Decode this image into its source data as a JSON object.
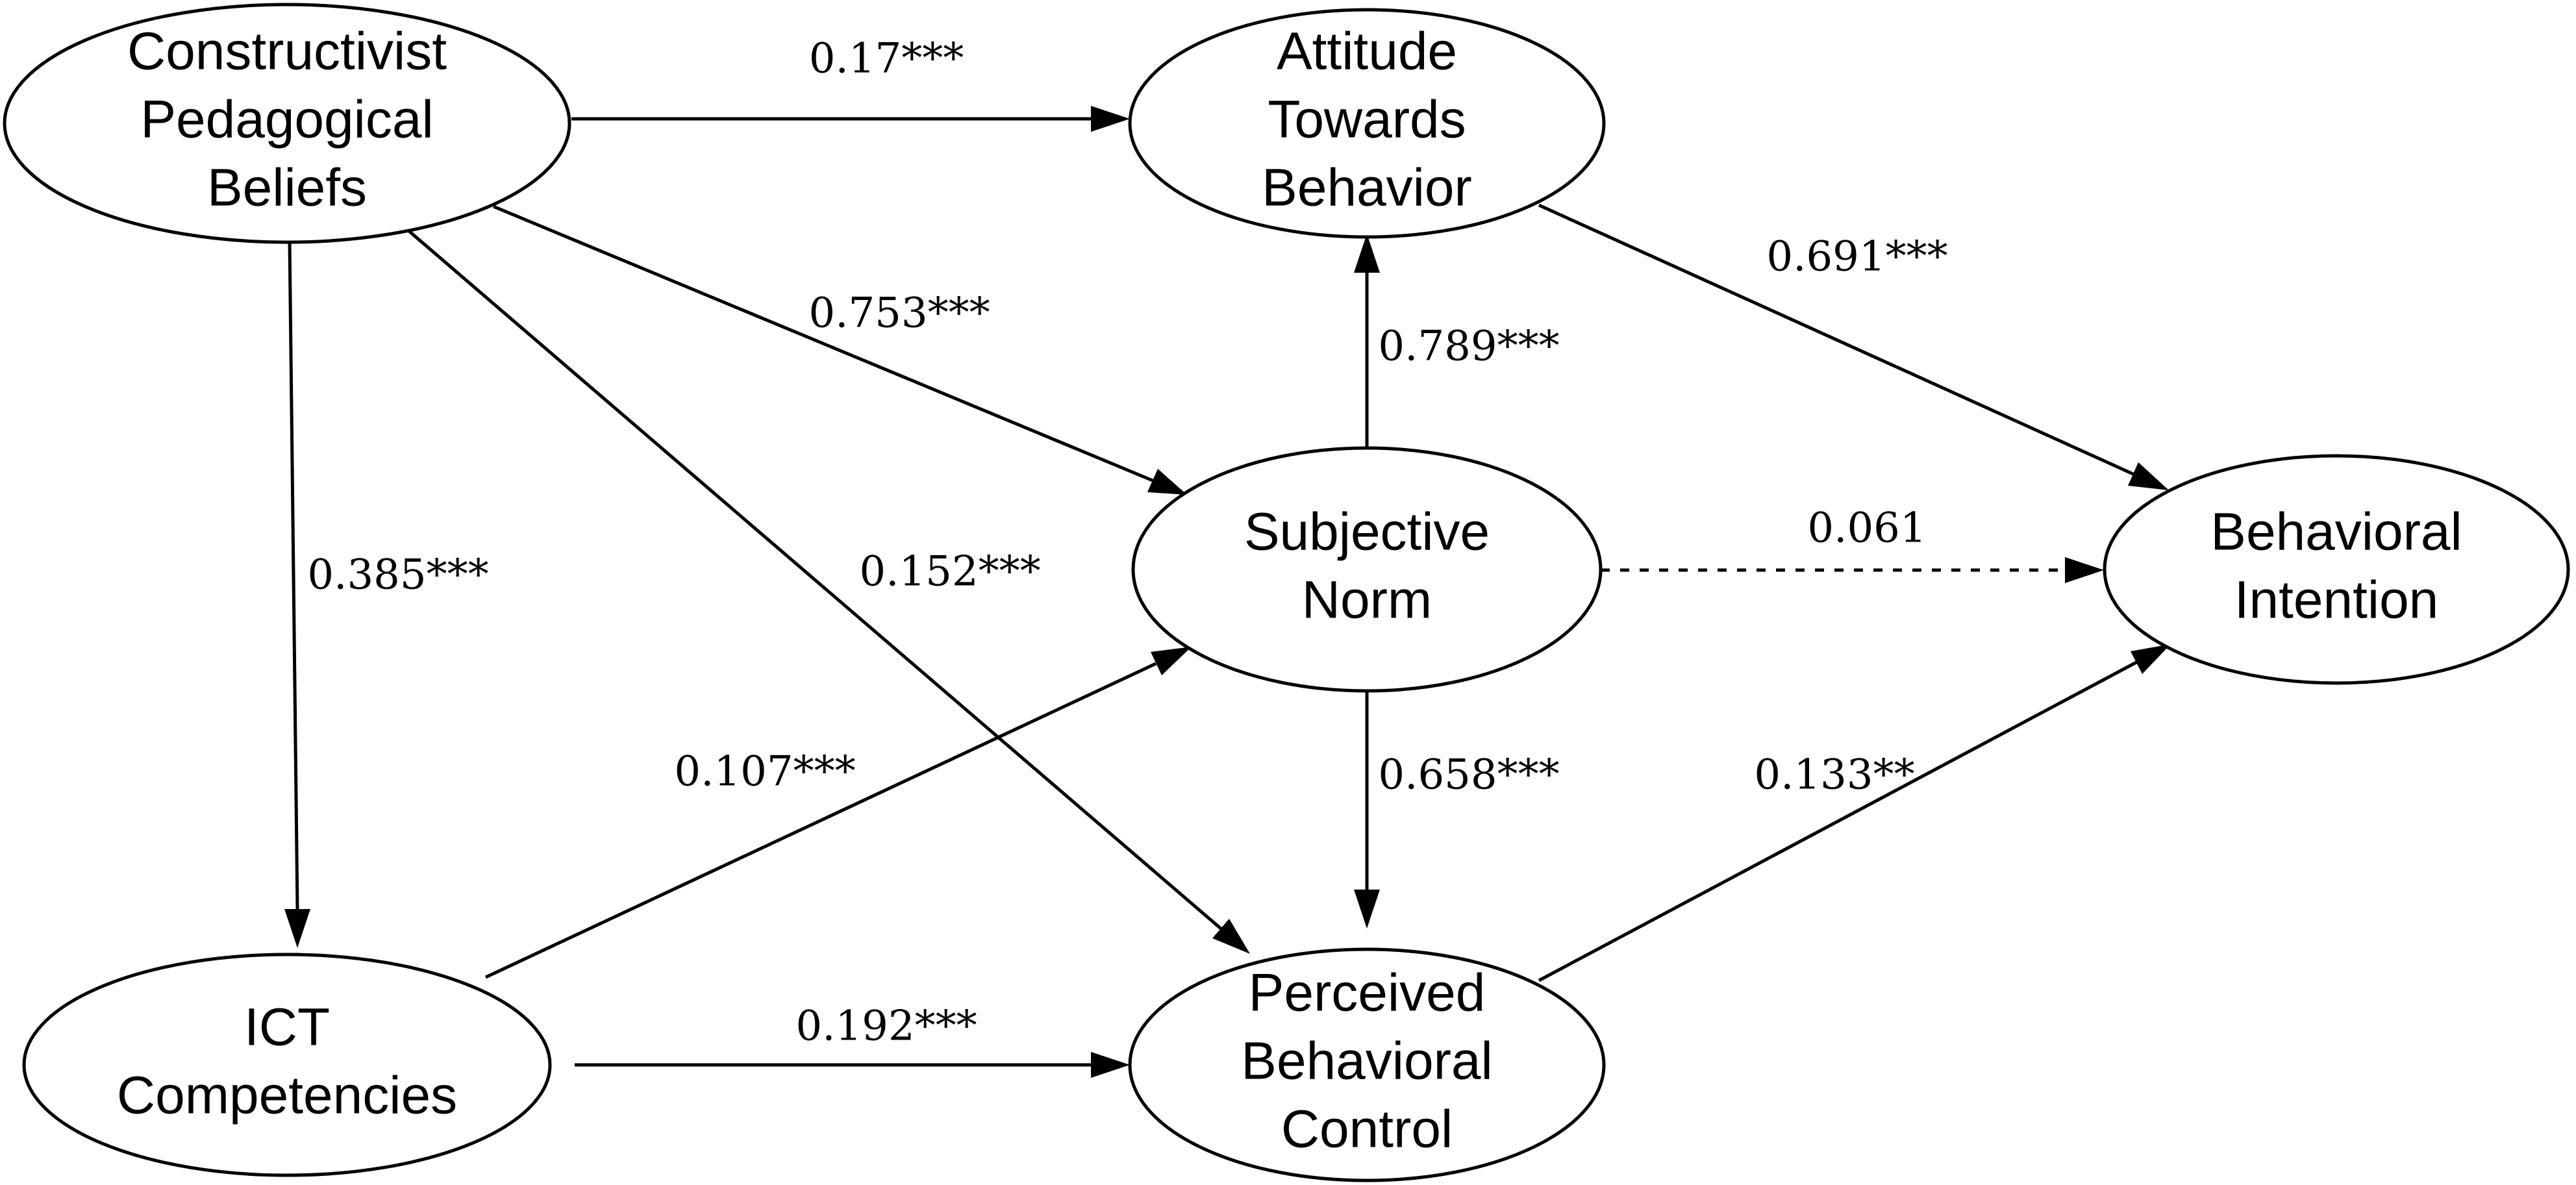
{
  "nodes": {
    "cpb": {
      "lines": [
        "Constructivist",
        "Pedagogical",
        "Beliefs"
      ]
    },
    "atb": {
      "lines": [
        "Attitude",
        "Towards",
        "Behavior"
      ]
    },
    "sn": {
      "lines": [
        "Subjective",
        "Norm"
      ]
    },
    "bi": {
      "lines": [
        "Behavioral",
        "Intention"
      ]
    },
    "ict": {
      "lines": [
        "ICT",
        "Competencies"
      ]
    },
    "pbc": {
      "lines": [
        "Perceived",
        "Behavioral",
        "Control"
      ]
    }
  },
  "paths": {
    "cpb_atb": {
      "coef": "0.17***"
    },
    "cpb_sn": {
      "coef": "0.753***"
    },
    "cpb_ict": {
      "coef": "0.385***"
    },
    "cpb_pbc": {
      "coef": "0.152***"
    },
    "sn_atb": {
      "coef": "0.789***"
    },
    "atb_bi": {
      "coef": "0.691***"
    },
    "sn_bi": {
      "coef": "0.061",
      "significant": false
    },
    "sn_pbc": {
      "coef": "0.658***"
    },
    "ict_sn": {
      "coef": "0.107***"
    },
    "ict_pbc": {
      "coef": "0.192***"
    },
    "pbc_bi": {
      "coef": "0.133**"
    }
  },
  "colors": {
    "line": "#000000",
    "node_fill": "#ffffff",
    "background": "#ffffff"
  }
}
